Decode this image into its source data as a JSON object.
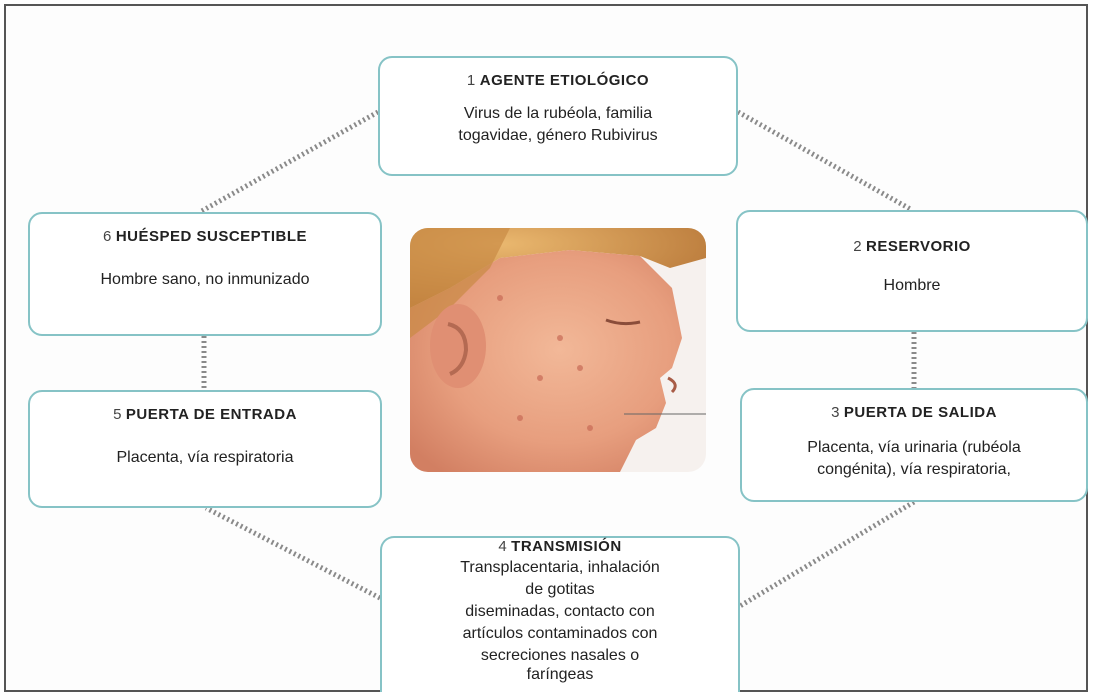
{
  "nodes": {
    "agente": {
      "num": "1",
      "title": "AGENTE ETIOLÓGICO",
      "lines": [
        "Virus de la rubéola, familia",
        "togavidae, género Rubivirus"
      ]
    },
    "reservorio": {
      "num": "2",
      "title": "RESERVORIO",
      "lines": [
        "Hombre"
      ]
    },
    "salida": {
      "num": "3",
      "title": "PUERTA DE SALIDA",
      "lines": [
        "Placenta, vía urinaria (rubéola",
        "congénita), vía respiratoria,"
      ]
    },
    "transmision": {
      "num": "4",
      "title": "TRANSMISIÓN",
      "lines": [
        "Transplacentaria, inhalación",
        "de gotitas",
        "diseminadas, contacto con",
        "artículos contaminados con",
        "secreciones nasales o",
        "faríngeas"
      ]
    },
    "entrada": {
      "num": "5",
      "title": "PUERTA DE ENTRADA",
      "lines": [
        "Placenta, vía respiratoria"
      ]
    },
    "huesped": {
      "num": "6",
      "title": "HUÉSPED SUSCEPTIBLE",
      "lines": [
        "Hombre sano, no inmunizado"
      ]
    }
  },
  "colors": {
    "box_border": "#86c3c6",
    "link": "#8a8a8a",
    "skin": "#e9a887",
    "hair": "#d9a05c"
  }
}
